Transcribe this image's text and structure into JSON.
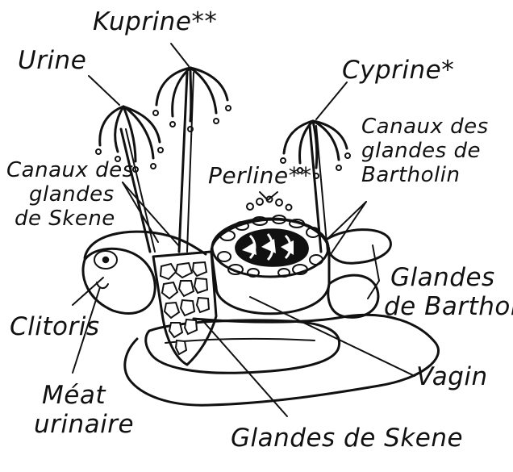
{
  "labels": {
    "kuprine": "Kuprine**",
    "urine": "Urine",
    "cyprine": "Cyprine*",
    "canaux_bartholin": [
      "Canaux des",
      "glandes de",
      "Bartholin"
    ],
    "canaux_skene": [
      "Canaux des",
      "glandes",
      "de Skene"
    ],
    "perline": "Perline**",
    "clitoris": "Clitoris",
    "glandes_bartholin": [
      "Glandes",
      "de Bartholin"
    ],
    "vagin": "Vagin",
    "meat_urinaire": [
      "Méat",
      "urinaire"
    ],
    "glandes_skene": "Glandes de Skene"
  },
  "colors": {
    "ink": "#111111",
    "paper": "#ffffff"
  }
}
